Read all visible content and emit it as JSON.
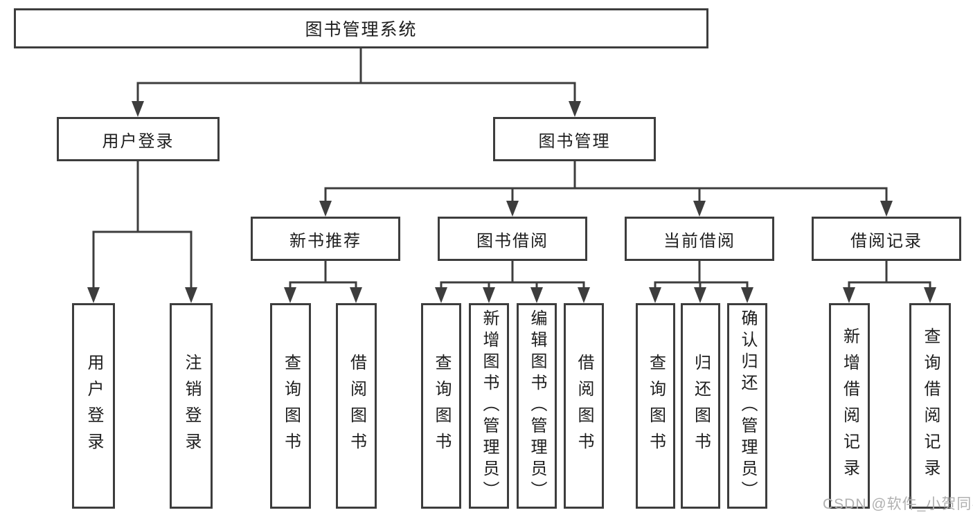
{
  "palette": {
    "line_color": "#3d3d3d",
    "text_color": "#1d1d1d",
    "watermark_color": "#b0b0b0",
    "background": "#ffffff"
  },
  "watermark": {
    "text": "CSDN @软件_小贺同学"
  },
  "tree": {
    "root": {
      "label": "图书管理系统"
    },
    "branches": [
      {
        "label": "用户登录",
        "children": [
          {
            "label": "用户登录"
          },
          {
            "label": "注销登录"
          }
        ]
      },
      {
        "label": "图书管理",
        "groups": [
          {
            "label": "新书推荐",
            "children": [
              {
                "label": "查询图书"
              },
              {
                "label": "借阅图书"
              }
            ]
          },
          {
            "label": "图书借阅",
            "children": [
              {
                "label": "查询图书"
              },
              {
                "label": "新增图书（管理员）"
              },
              {
                "label": "编辑图书（管理员）"
              },
              {
                "label": "借阅图书"
              }
            ]
          },
          {
            "label": "当前借阅",
            "children": [
              {
                "label": "查询图书"
              },
              {
                "label": "归还图书"
              },
              {
                "label": "确认归还（管理员）"
              }
            ]
          },
          {
            "label": "借阅记录",
            "children": [
              {
                "label": "新增借阅记录"
              },
              {
                "label": "查询借阅记录"
              }
            ]
          }
        ]
      }
    ]
  }
}
